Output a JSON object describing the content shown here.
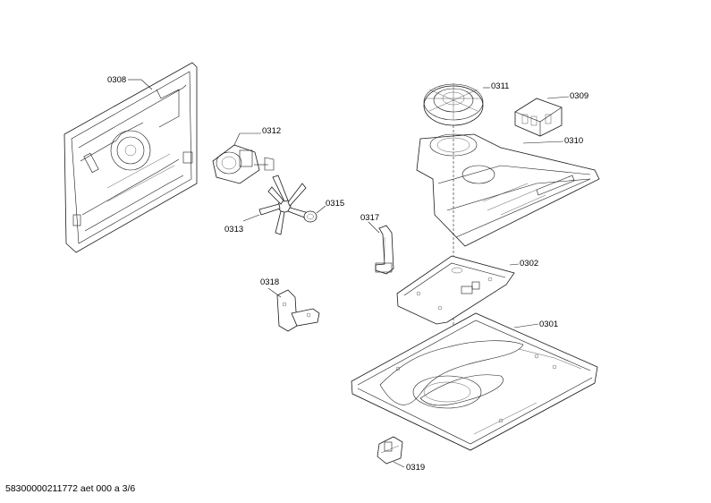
{
  "callouts": {
    "p0308": "0308",
    "p0312": "0312",
    "p0313": "0313",
    "p0315": "0315",
    "p0311": "0311",
    "p0309": "0309",
    "p0310": "0310",
    "p0317": "0317",
    "p0302": "0302",
    "p0318": "0318",
    "p0301": "0301",
    "p0319": "0319"
  },
  "footer": {
    "document_code": "58300000211772 aet 000 a 3/6"
  }
}
